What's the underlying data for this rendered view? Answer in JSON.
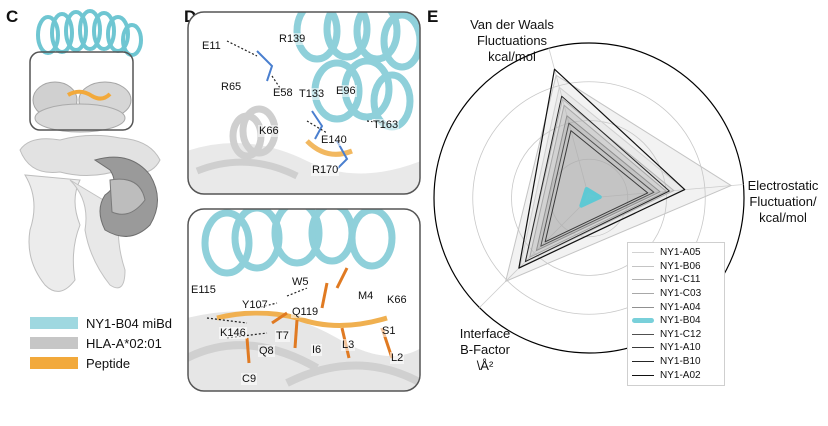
{
  "panels": {
    "c": "C",
    "d": "D",
    "e": "E"
  },
  "structure_legend": [
    {
      "label": "NY1-B04 miBd",
      "color": "#9fd8e0"
    },
    {
      "label": "HLA-A*02:01",
      "color": "#c6c6c6"
    },
    {
      "label": "Peptide",
      "color": "#f2a93b"
    }
  ],
  "d_top_labels": [
    "E11",
    "R139",
    "R65",
    "E58",
    "T133",
    "E96",
    "K66",
    "E140",
    "T163",
    "R170"
  ],
  "d_bottom_labels": [
    "E115",
    "W5",
    "M4",
    "K66",
    "Y107",
    "Q119",
    "K146",
    "T7",
    "S1",
    "Q8",
    "I6",
    "L3",
    "L2",
    "C9"
  ],
  "chart_data": {
    "type": "radar",
    "axes": [
      {
        "label_lines": [
          "Van der Waals",
          "Fluctuations",
          "kcal/mol"
        ]
      },
      {
        "label_lines": [
          "Electrostatic",
          "Fluctuation/",
          "kcal/mol"
        ]
      },
      {
        "label_lines": [
          "Interface",
          "B-Factor",
          "\\Å²"
        ]
      }
    ],
    "range": [
      0,
      1
    ],
    "rings": 4,
    "series": [
      {
        "name": "NY1-A05",
        "values": [
          0.74,
          0.62,
          0.63
        ],
        "color": "#d2d2d2",
        "fill": true,
        "width": 1
      },
      {
        "name": "NY1-B06",
        "values": [
          0.82,
          0.92,
          0.76
        ],
        "color": "#c4c4c4",
        "fill": true,
        "width": 1
      },
      {
        "name": "NY1-C11",
        "values": [
          0.66,
          0.55,
          0.58
        ],
        "color": "#b4b4b4",
        "fill": true,
        "width": 1
      },
      {
        "name": "NY1-C03",
        "values": [
          0.62,
          0.5,
          0.54
        ],
        "color": "#a8a8a8",
        "fill": true,
        "width": 1
      },
      {
        "name": "NY1-A04",
        "values": [
          0.55,
          0.46,
          0.48
        ],
        "color": "#909090",
        "fill": true,
        "width": 1
      },
      {
        "name": "NY1-B04",
        "values": [
          0.06,
          0.07,
          0.07
        ],
        "color": "#5ec9d4",
        "fill": true,
        "width": 4
      },
      {
        "name": "NY1-C12",
        "values": [
          0.5,
          0.42,
          0.44
        ],
        "color": "#505050",
        "fill": false,
        "width": 1
      },
      {
        "name": "NY1-A10",
        "values": [
          0.45,
          0.38,
          0.4
        ],
        "color": "#3a3a3a",
        "fill": false,
        "width": 1
      },
      {
        "name": "NY1-B10",
        "values": [
          0.68,
          0.52,
          0.58
        ],
        "color": "#262626",
        "fill": false,
        "width": 1
      },
      {
        "name": "NY1-A02",
        "values": [
          0.86,
          0.62,
          0.64
        ],
        "color": "#111111",
        "fill": false,
        "width": 1.2
      }
    ]
  }
}
